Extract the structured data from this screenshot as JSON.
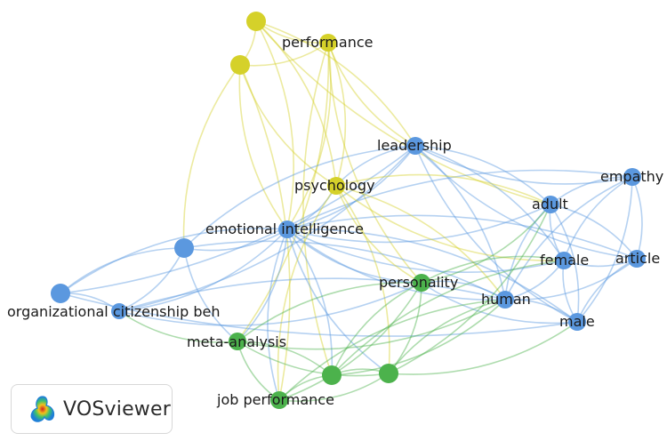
{
  "app": {
    "brand_label": "VOSviewer"
  },
  "colors": {
    "cluster_blue": "#5b98df",
    "cluster_yellow": "#d5d12a",
    "cluster_green": "#4cb24c"
  },
  "network": {
    "nodes": [
      {
        "id": "performance",
        "label": "performance",
        "cluster": "yellow"
      },
      {
        "id": "y1",
        "label": "",
        "cluster": "yellow"
      },
      {
        "id": "y2",
        "label": "",
        "cluster": "yellow"
      },
      {
        "id": "psychology",
        "label": "psychology",
        "cluster": "yellow"
      },
      {
        "id": "leadership",
        "label": "leadership",
        "cluster": "blue"
      },
      {
        "id": "emotional_intelligence",
        "label": "emotional intelligence",
        "cluster": "blue"
      },
      {
        "id": "b1",
        "label": "",
        "cluster": "blue"
      },
      {
        "id": "b2",
        "label": "",
        "cluster": "blue"
      },
      {
        "id": "ocb",
        "label": "organizational citizenship beh",
        "cluster": "blue"
      },
      {
        "id": "adult",
        "label": "adult",
        "cluster": "blue"
      },
      {
        "id": "empathy",
        "label": "empathy",
        "cluster": "blue"
      },
      {
        "id": "female",
        "label": "female",
        "cluster": "blue"
      },
      {
        "id": "article",
        "label": "article",
        "cluster": "blue"
      },
      {
        "id": "human",
        "label": "human",
        "cluster": "blue"
      },
      {
        "id": "male",
        "label": "male",
        "cluster": "blue"
      },
      {
        "id": "personality",
        "label": "personality",
        "cluster": "green"
      },
      {
        "id": "meta_analysis",
        "label": "meta-analysis",
        "cluster": "green"
      },
      {
        "id": "job_performance",
        "label": "job performance",
        "cluster": "green"
      },
      {
        "id": "g1",
        "label": "",
        "cluster": "green"
      },
      {
        "id": "g2",
        "label": "",
        "cluster": "green"
      }
    ],
    "edges": [
      [
        "y1",
        "performance"
      ],
      [
        "y1",
        "y2"
      ],
      [
        "y2",
        "performance"
      ],
      [
        "y1",
        "psychology"
      ],
      [
        "y2",
        "psychology"
      ],
      [
        "performance",
        "psychology"
      ],
      [
        "performance",
        "leadership"
      ],
      [
        "y1",
        "emotional_intelligence"
      ],
      [
        "y2",
        "emotional_intelligence"
      ],
      [
        "performance",
        "emotional_intelligence"
      ],
      [
        "y2",
        "b1"
      ],
      [
        "y1",
        "leadership"
      ],
      [
        "performance",
        "personality"
      ],
      [
        "y2",
        "job_performance"
      ],
      [
        "performance",
        "g1"
      ],
      [
        "performance",
        "meta_analysis"
      ],
      [
        "y1",
        "adult"
      ],
      [
        "leadership",
        "emotional_intelligence"
      ],
      [
        "leadership",
        "psychology"
      ],
      [
        "leadership",
        "adult"
      ],
      [
        "leadership",
        "empathy"
      ],
      [
        "leadership",
        "female"
      ],
      [
        "leadership",
        "article"
      ],
      [
        "leadership",
        "human"
      ],
      [
        "leadership",
        "male"
      ],
      [
        "leadership",
        "ocb"
      ],
      [
        "leadership",
        "b1"
      ],
      [
        "leadership",
        "b2"
      ],
      [
        "emotional_intelligence",
        "psychology"
      ],
      [
        "emotional_intelligence",
        "b1"
      ],
      [
        "emotional_intelligence",
        "b2"
      ],
      [
        "emotional_intelligence",
        "ocb"
      ],
      [
        "emotional_intelligence",
        "adult"
      ],
      [
        "emotional_intelligence",
        "empathy"
      ],
      [
        "emotional_intelligence",
        "female"
      ],
      [
        "emotional_intelligence",
        "article"
      ],
      [
        "emotional_intelligence",
        "human"
      ],
      [
        "emotional_intelligence",
        "male"
      ],
      [
        "emotional_intelligence",
        "personality"
      ],
      [
        "emotional_intelligence",
        "meta_analysis"
      ],
      [
        "emotional_intelligence",
        "job_performance"
      ],
      [
        "emotional_intelligence",
        "g1"
      ],
      [
        "emotional_intelligence",
        "g2"
      ],
      [
        "psychology",
        "adult"
      ],
      [
        "psychology",
        "female"
      ],
      [
        "psychology",
        "human"
      ],
      [
        "psychology",
        "personality"
      ],
      [
        "psychology",
        "g2"
      ],
      [
        "psychology",
        "job_performance"
      ],
      [
        "b1",
        "ocb"
      ],
      [
        "b1",
        "b2"
      ],
      [
        "b1",
        "human"
      ],
      [
        "b1",
        "meta_analysis"
      ],
      [
        "b2",
        "ocb"
      ],
      [
        "b2",
        "male"
      ],
      [
        "ocb",
        "human"
      ],
      [
        "ocb",
        "personality"
      ],
      [
        "adult",
        "empathy"
      ],
      [
        "adult",
        "female"
      ],
      [
        "adult",
        "article"
      ],
      [
        "adult",
        "human"
      ],
      [
        "adult",
        "male"
      ],
      [
        "empathy",
        "female"
      ],
      [
        "empathy",
        "article"
      ],
      [
        "empathy",
        "human"
      ],
      [
        "empathy",
        "male"
      ],
      [
        "female",
        "article"
      ],
      [
        "female",
        "human"
      ],
      [
        "female",
        "male"
      ],
      [
        "article",
        "human"
      ],
      [
        "article",
        "male"
      ],
      [
        "human",
        "male"
      ],
      [
        "human",
        "personality"
      ],
      [
        "male",
        "personality"
      ],
      [
        "personality",
        "meta_analysis"
      ],
      [
        "personality",
        "job_performance"
      ],
      [
        "personality",
        "g1"
      ],
      [
        "personality",
        "g2"
      ],
      [
        "personality",
        "adult"
      ],
      [
        "personality",
        "female"
      ],
      [
        "meta_analysis",
        "job_performance"
      ],
      [
        "meta_analysis",
        "g1"
      ],
      [
        "meta_analysis",
        "g2"
      ],
      [
        "job_performance",
        "g1"
      ],
      [
        "job_performance",
        "g2"
      ],
      [
        "g1",
        "g2"
      ],
      [
        "g1",
        "human"
      ],
      [
        "g2",
        "human"
      ],
      [
        "g2",
        "adult"
      ],
      [
        "g1",
        "female"
      ],
      [
        "g2",
        "male"
      ],
      [
        "job_performance",
        "human"
      ],
      [
        "meta_analysis",
        "human"
      ],
      [
        "meta_analysis",
        "ocb"
      ]
    ]
  }
}
